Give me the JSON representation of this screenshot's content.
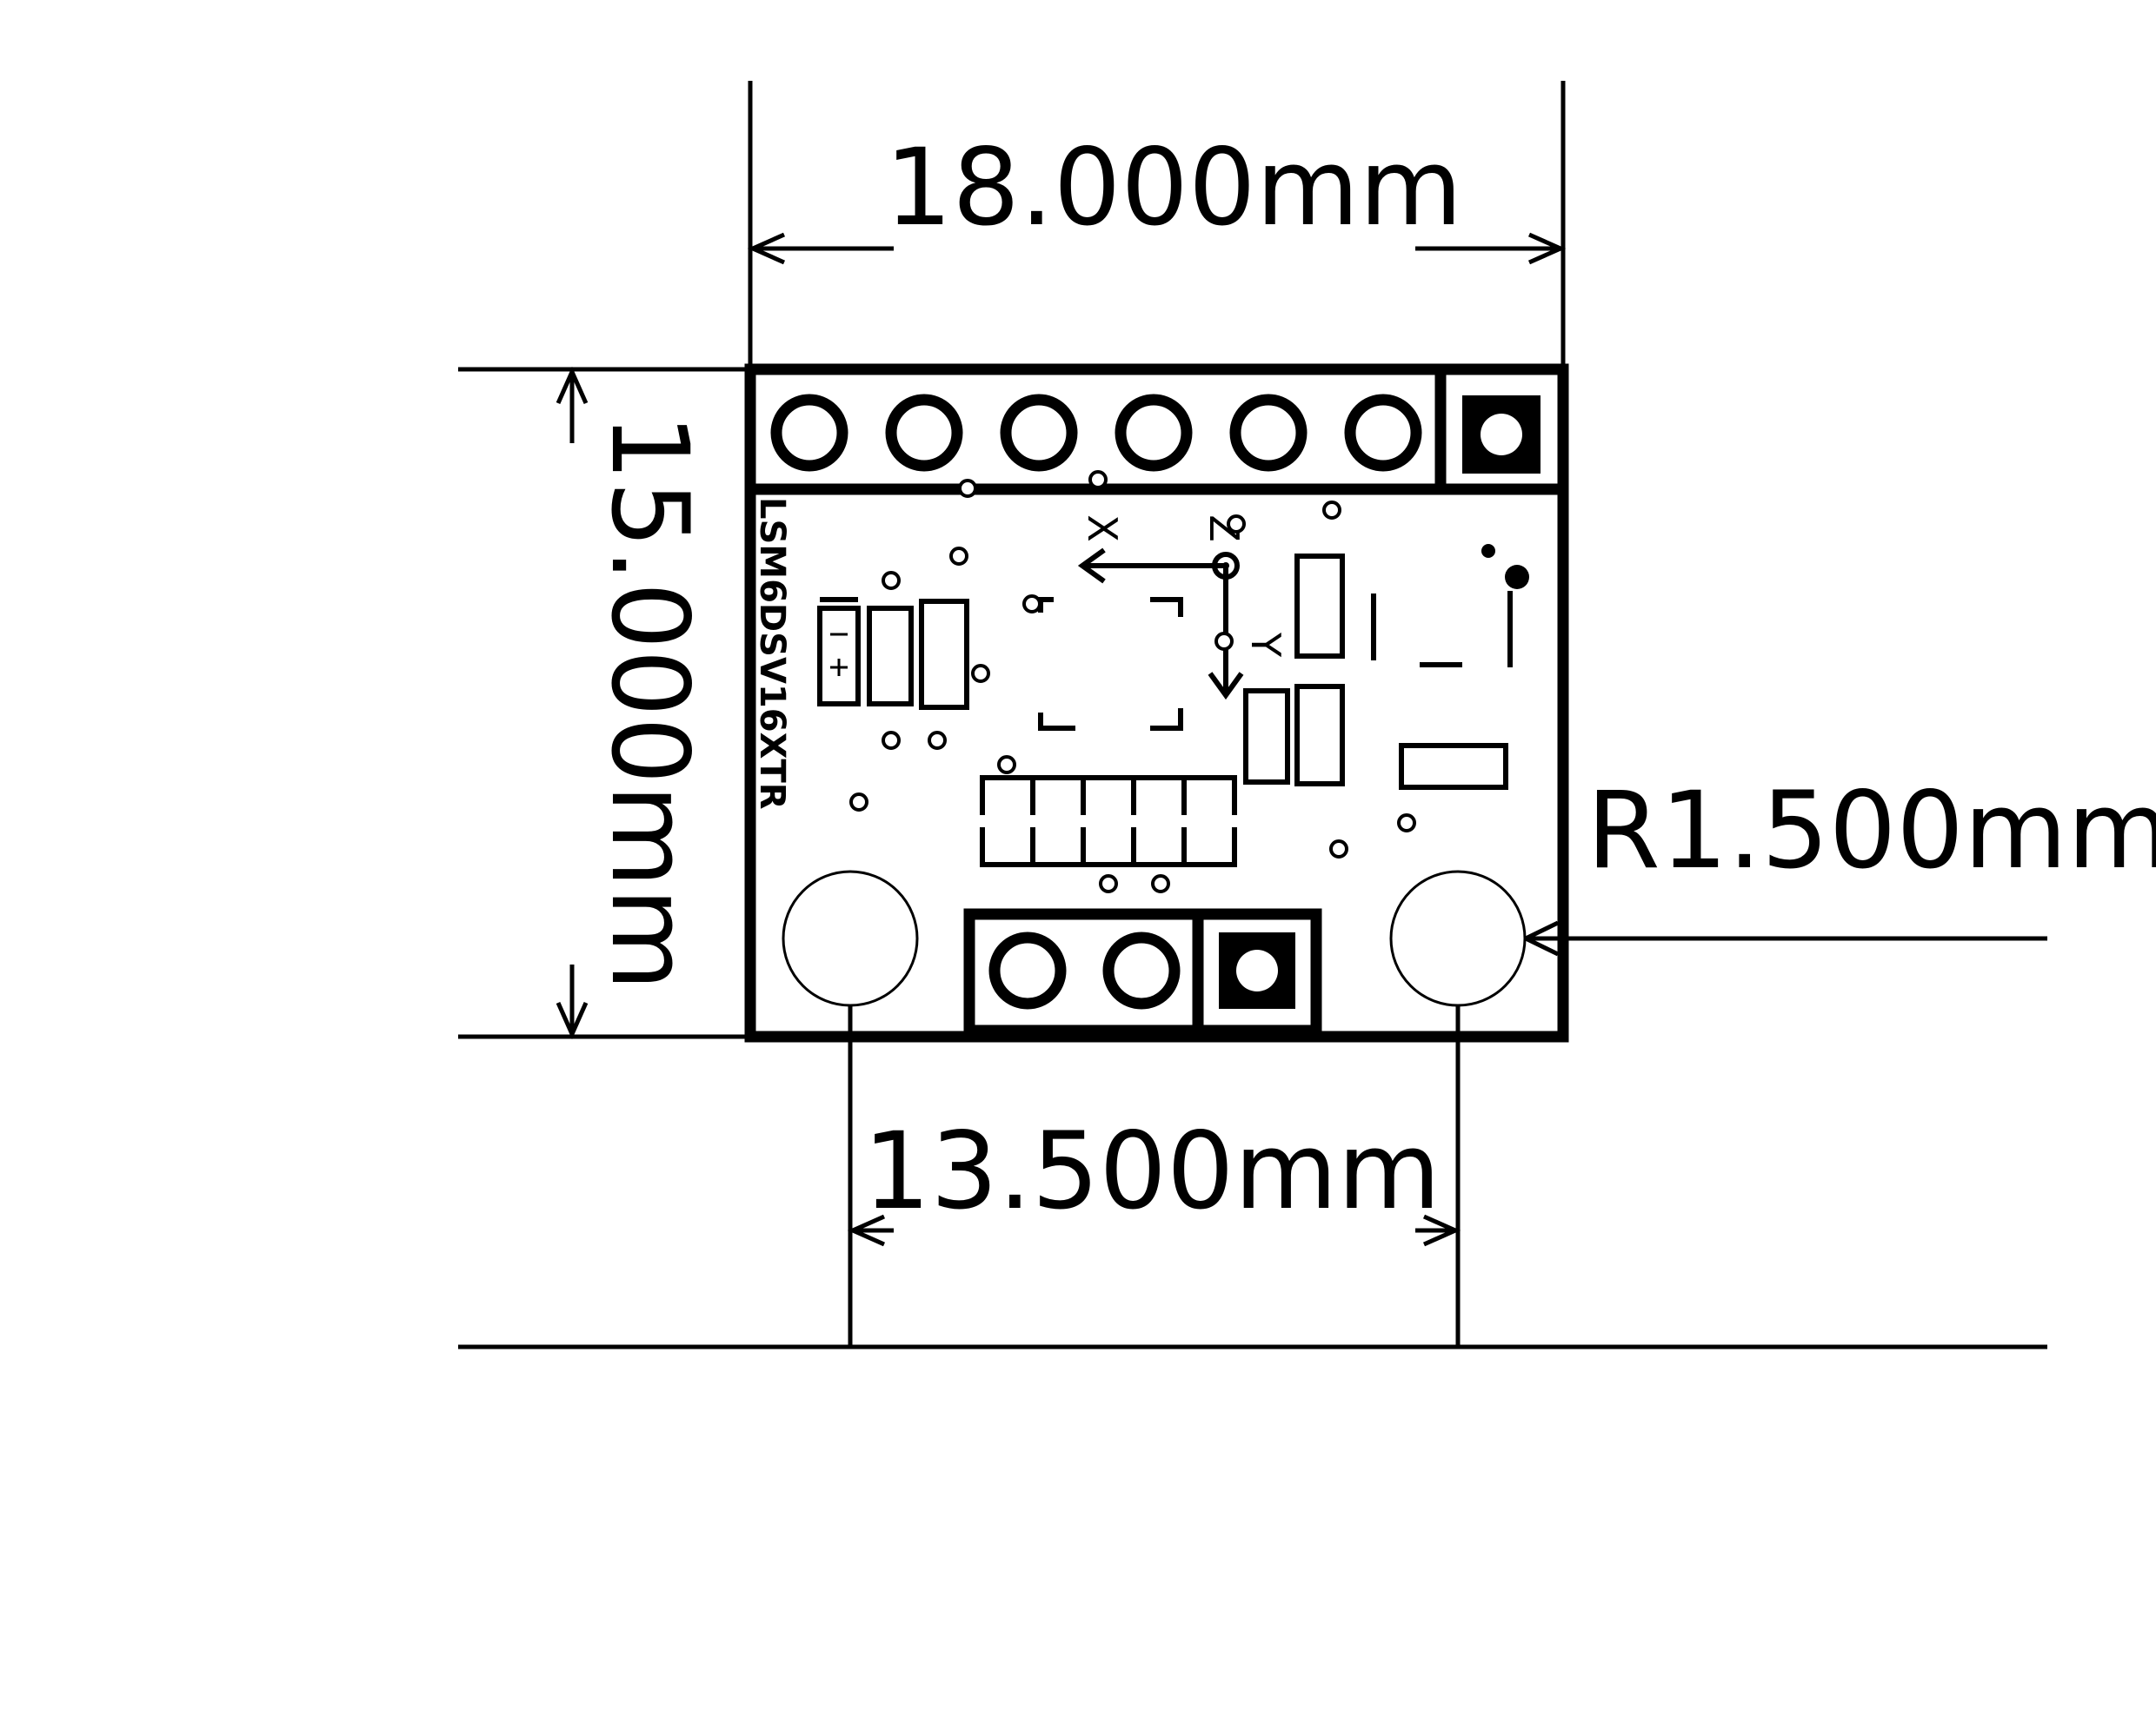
{
  "dimensions": {
    "width_label": "18.000mm",
    "height_label": "15.000mm",
    "hole_spacing_label": "13.500mm",
    "hole_radius_label": "R1.500mm"
  },
  "board": {
    "part_label": "LSM6DSV16XTR",
    "axis_x": "X",
    "axis_y": "Y",
    "axis_z": "Z",
    "top_header_pins": 7,
    "bottom_header_pins": 3
  },
  "colors": {
    "ink": "#000000",
    "background": "#ffffff"
  }
}
